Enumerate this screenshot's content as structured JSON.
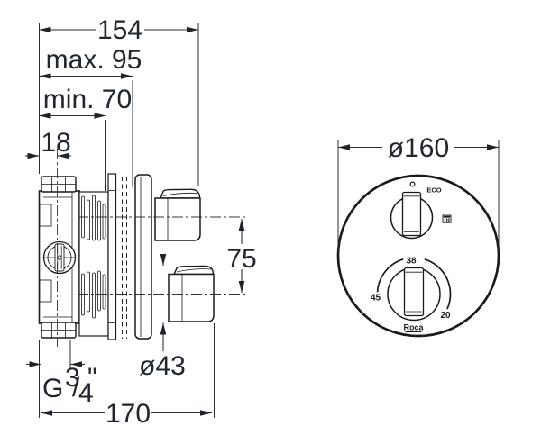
{
  "drawing": {
    "title_hint": "thermostatic-mixer-technical-drawing",
    "colors": {
      "line": "#1a1a1a",
      "text": "#20262e",
      "background": "#ffffff"
    },
    "side_view": {
      "dim_total_width": "154",
      "dim_max_depth": "max. 95",
      "dim_min_depth": "min. 70",
      "dim_inlet_offset": "18",
      "dim_handle_centers": "75",
      "dim_handle_diameter": "ø43",
      "dim_overall_length": "170",
      "thread": {
        "g": "G",
        "numerator": "3",
        "slash": "/",
        "denominator": "4",
        "inch": "\""
      }
    },
    "front_view": {
      "dim_plate_diameter": "ø160",
      "eco_label": "ECO",
      "temp_mid": "38",
      "temp_hot": "45",
      "temp_cold": "20",
      "brand": "Roca",
      "icons": {
        "flow_symbol": "shower-icon",
        "off_marker": "index-dot-icon"
      }
    }
  }
}
